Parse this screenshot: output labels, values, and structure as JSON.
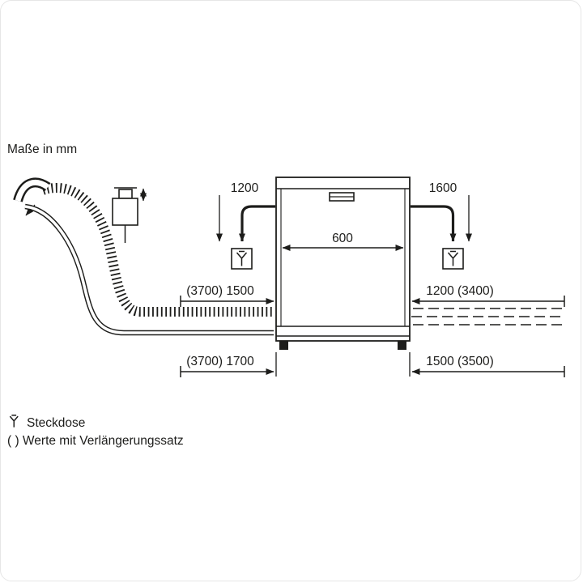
{
  "title": "Maße in mm",
  "dimensions": {
    "cable_left": "1200",
    "cable_right": "1600",
    "appliance_width": "600",
    "hose_upper_left": "(3700) 1500",
    "upper_right": "1200 (3400)",
    "hose_lower_left": "(3700) 1700",
    "lower_right": "1500 (3500)"
  },
  "legend": {
    "socket": "Steckdose",
    "extension_note": "( ) Werte mit Verlängerungssatz"
  },
  "colors": {
    "line": "#1d1d1b",
    "background": "#ffffff"
  }
}
